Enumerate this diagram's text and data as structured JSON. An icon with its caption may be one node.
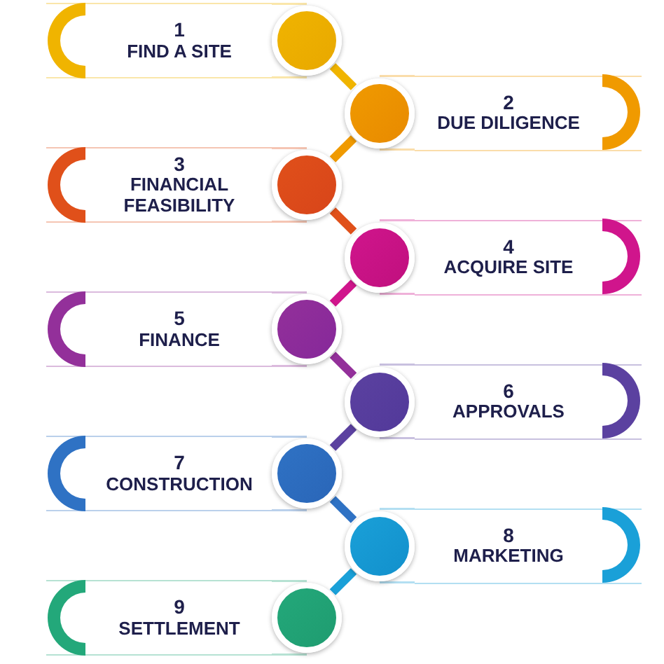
{
  "diagram": {
    "nodes": [
      {
        "text": [
          "1",
          "FIND A SITE"
        ]
      },
      {
        "text": [],
        "shape": "circle"
      },
      {
        "text": [
          "2",
          "DUE DILIGENCE"
        ]
      },
      {
        "text": [],
        "shape": "circle"
      },
      {
        "text": [
          "3",
          "FINANCIAL FEASIBILITY"
        ]
      },
      {
        "text": [],
        "shape": "circle"
      },
      {
        "text": [
          "4",
          "ACQUIRE SITE"
        ]
      },
      {
        "text": [],
        "shape": "circle"
      },
      {
        "text": [
          "5",
          "FINANCE"
        ]
      },
      {
        "text": [],
        "shape": "circle"
      },
      {
        "text": [
          "6",
          "APPROVALS"
        ]
      },
      {
        "text": [],
        "shape": "circle"
      },
      {
        "text": [
          "7",
          "CONSTRUCTION"
        ]
      },
      {
        "text": [],
        "shape": "circle"
      },
      {
        "text": [
          "8",
          "MARKETING"
        ]
      },
      {
        "text": [],
        "shape": "circle"
      },
      {
        "text": [
          "9",
          "SETTLEMENT"
        ]
      },
      {
        "text": [],
        "shape": "circle"
      }
    ],
    "edges": [
      {
        "from": 1,
        "to": 3,
        "arrow": "none",
        "color": "#f0b400"
      },
      {
        "from": 3,
        "to": 5,
        "arrow": "none",
        "color": "#f09a00"
      },
      {
        "from": 5,
        "to": 7,
        "arrow": "none",
        "color": "#e0501a"
      },
      {
        "from": 7,
        "to": 9,
        "arrow": "none",
        "color": "#d0158c"
      },
      {
        "from": 9,
        "to": 11,
        "arrow": "none",
        "color": "#93309a"
      },
      {
        "from": 11,
        "to": 13,
        "arrow": "none",
        "color": "#5b41a0"
      },
      {
        "from": 13,
        "to": 15,
        "arrow": "none",
        "color": "#2f72c4"
      },
      {
        "from": 15,
        "to": 17,
        "arrow": "none",
        "color": "#1aa0d8"
      }
    ]
  }
}
